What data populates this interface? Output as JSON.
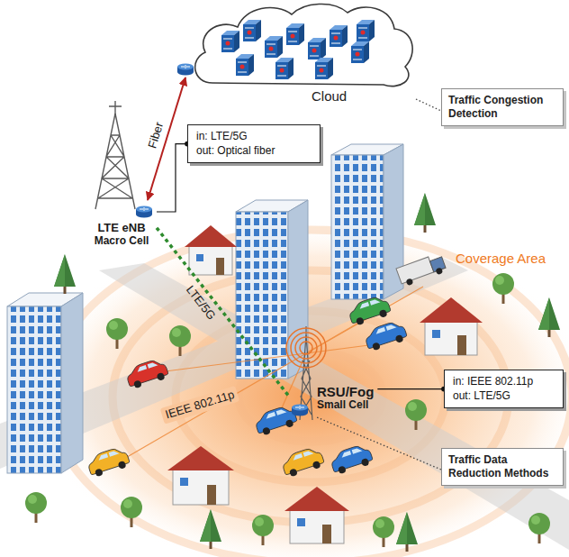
{
  "diagram": {
    "nodes": [
      {
        "text": [
          "Cloud"
        ]
      },
      {
        "text": [
          "Traffic Congestion Detection"
        ]
      },
      {
        "text": [
          "LTE eNB",
          "Macro Cell"
        ]
      },
      {
        "text": [
          "in: LTE/5G",
          "out: Optical fiber"
        ]
      },
      {
        "text": [
          "RSU/Fog",
          "Small Cell"
        ]
      },
      {
        "text": [
          "in: IEEE 802.11p",
          "out: LTE/5G"
        ]
      },
      {
        "text": [
          "Traffic Data Reduction Methods"
        ]
      }
    ],
    "edges": [
      {
        "from": 0,
        "to": 2,
        "arrow": "both",
        "label": "Fiber"
      },
      {
        "from": 0,
        "to": 1,
        "arrow": "none"
      },
      {
        "from": 2,
        "to": 3,
        "arrow": "none"
      },
      {
        "from": 2,
        "to": 4,
        "arrow": "none",
        "label": "LTE/5G"
      },
      {
        "from": 4,
        "to": 5,
        "arrow": "none"
      },
      {
        "from": 4,
        "to": 6,
        "arrow": "none"
      }
    ],
    "labels": [
      "Coverage Area",
      "IEEE 802.11p"
    ]
  }
}
